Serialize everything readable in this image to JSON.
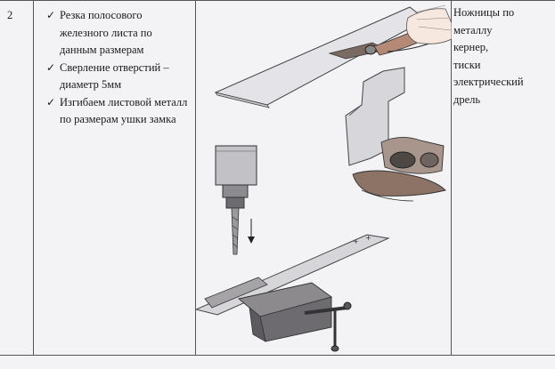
{
  "row": {
    "number": "2",
    "steps": [
      {
        "prefix": "✓",
        "text": "Резка полосового железного листа по данным размерам"
      },
      {
        "prefix": "✓",
        "text": "Сверление отверстий – диаметр 5мм"
      },
      {
        "prefix": "✓",
        "text": "Изгибаем листовой металл по размерам ушки замка"
      }
    ],
    "tools_lines": [
      "Ножницы по",
      "металлу",
      "кернер,",
      "тиски",
      "электрический",
      "дрель"
    ]
  },
  "illustrations": [
    {
      "name": "metal-shears-cutting-strip"
    },
    {
      "name": "bent-lug-in-vise"
    },
    {
      "name": "drill-bit"
    },
    {
      "name": "metal-strip-on-vise"
    }
  ]
}
